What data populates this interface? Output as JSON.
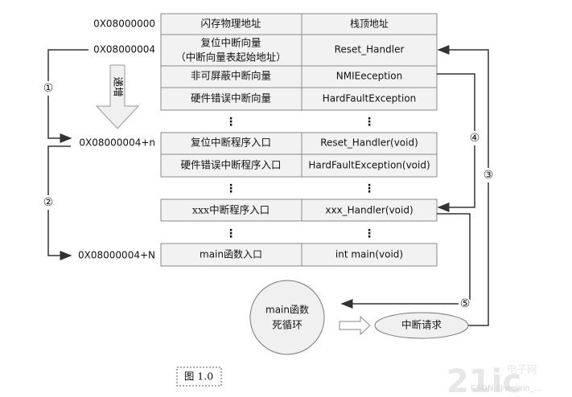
{
  "addresses": {
    "a0": "0X08000000",
    "a4": "0X08000004",
    "an": "0X08000004+n",
    "aN": "0X08000004+N"
  },
  "vector_table": [
    {
      "left": "闪存物理地址",
      "right": "栈顶地址"
    },
    {
      "left": "复位中断向量",
      "left2": "（中断向量表起始地址）",
      "right": "Reset_Handler"
    },
    {
      "left": "非可屏蔽中断向量",
      "right": "NMIEeception"
    },
    {
      "left": "硬件错误中断向量",
      "right": "HardFaultException"
    }
  ],
  "handlers": [
    {
      "left": "复位中断程序入口",
      "right": "Reset_Handler(void)"
    },
    {
      "left": "硬件错误中断程序入口",
      "right": "HardFaultException(void)"
    }
  ],
  "xxx_row": {
    "left": "xxx中断程序入口",
    "right": "xxx_Handler(void)"
  },
  "main_row": {
    "left": "main函数入口",
    "right": "int main(void)"
  },
  "ellipsis": "⋮",
  "increase_label": "递增",
  "steps": [
    "①",
    "②",
    "③",
    "④",
    "⑤"
  ],
  "main_loop": {
    "line1": "main函数",
    "line2": "死循环"
  },
  "interrupt_request": "中断请求",
  "figure_label": "图 1.0",
  "watermark": {
    "logo": "21ic电子网",
    "credit": "CSDN @weixin_..."
  }
}
